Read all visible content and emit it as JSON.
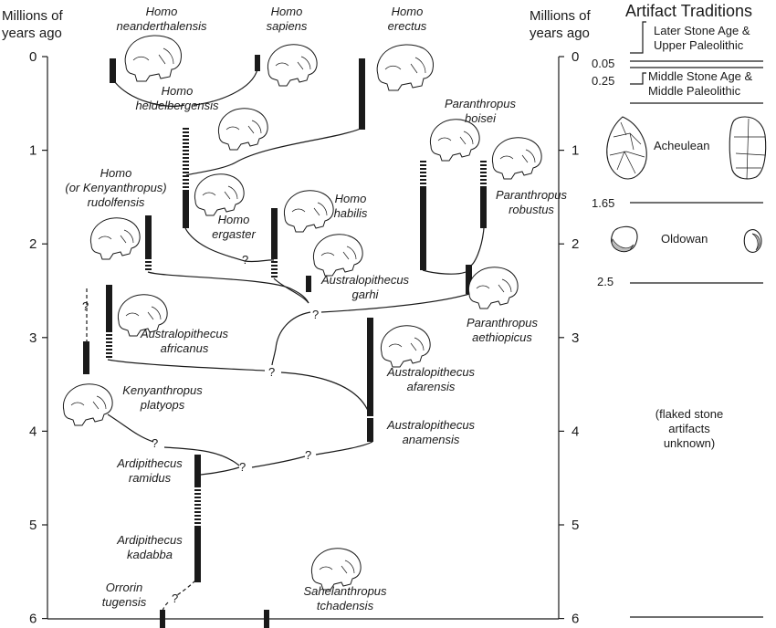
{
  "axis": {
    "title_left": [
      "Millions of",
      "years ago"
    ],
    "title_right": [
      "Millions of",
      "years ago"
    ],
    "ticks": [
      "0",
      "1",
      "2",
      "3",
      "4",
      "5",
      "6"
    ]
  },
  "artifacts": {
    "title": "Artifact Traditions",
    "later": [
      "Later Stone Age &",
      "Upper Paleolithic"
    ],
    "middle": [
      "Middle Stone Age &",
      "Middle Paleolithic"
    ],
    "acheulean": "Acheulean",
    "oldowan": "Oldowan",
    "unknown": [
      "(flaked stone",
      "artifacts",
      "unknown)"
    ],
    "dates": [
      "0.05",
      "0.25",
      "1.65",
      "2.5"
    ]
  },
  "species": {
    "neanderthalensis": [
      "Homo",
      "neanderthalensis"
    ],
    "sapiens": [
      "Homo",
      "sapiens"
    ],
    "erectus": [
      "Homo",
      "erectus"
    ],
    "heidelbergensis": [
      "Homo",
      "heidelbergensis"
    ],
    "boisei": [
      "Paranthropus",
      "boisei"
    ],
    "rudolfensis": [
      "Homo",
      "(or Kenyanthropus)",
      "rudolfensis"
    ],
    "ergaster": [
      "Homo",
      "ergaster"
    ],
    "habilis": [
      "Homo",
      "habilis"
    ],
    "robustus": [
      "Paranthropus",
      "robustus"
    ],
    "garhi": [
      "Australopithecus",
      "garhi"
    ],
    "aethiopicus": [
      "Paranthropus",
      "aethiopicus"
    ],
    "africanus": [
      "Australopithecus",
      "africanus"
    ],
    "afarensis": [
      "Australopithecus",
      "afarensis"
    ],
    "platyops": [
      "Kenyanthropus",
      "platyops"
    ],
    "anamensis": [
      "Australopithecus",
      "anamensis"
    ],
    "ramidus": [
      "Ardipithecus",
      "ramidus"
    ],
    "kadabba": [
      "Ardipithecus",
      "kadabba"
    ],
    "tugensis": [
      "Orrorin",
      "tugensis"
    ],
    "tchadensis": [
      "Sahelanthropus",
      "tchadensis"
    ]
  },
  "question_mark": "?"
}
